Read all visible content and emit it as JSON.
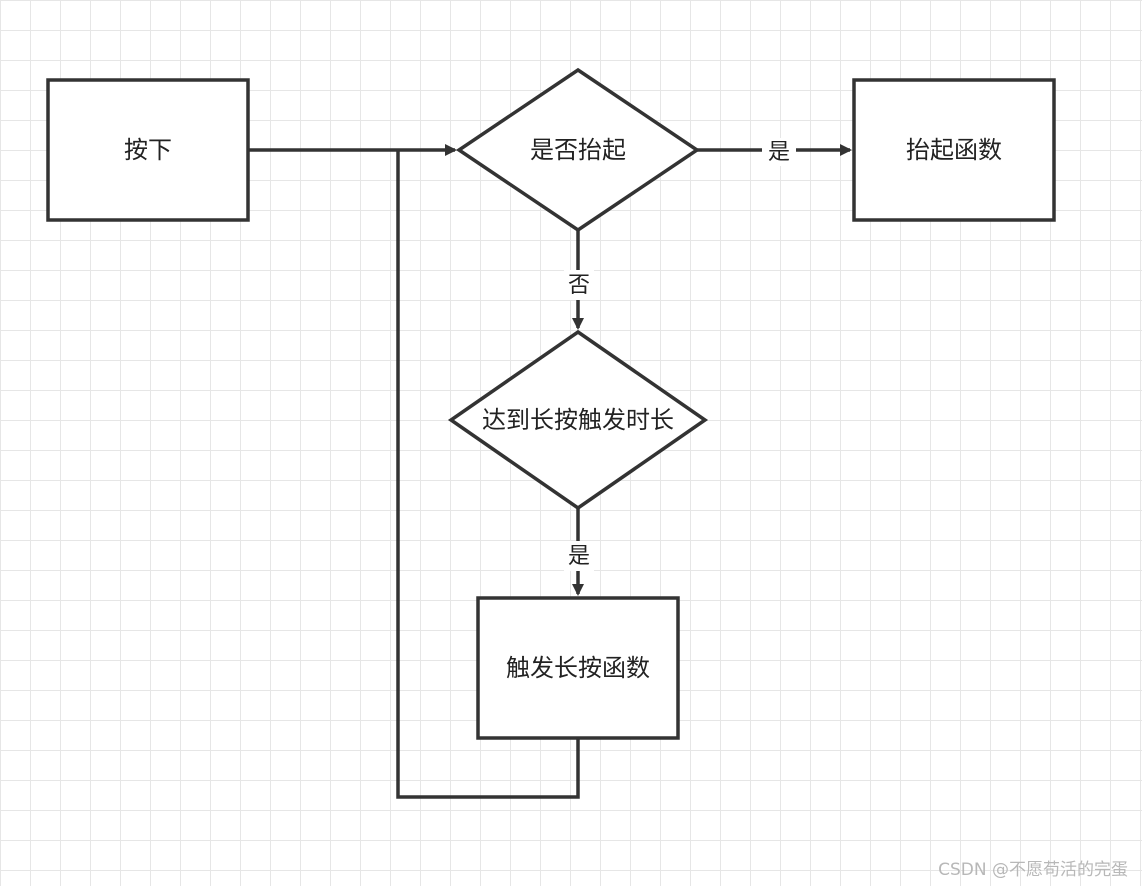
{
  "diagram": {
    "nodes": {
      "press": "按下",
      "is_lifted": "是否抬起",
      "lift_function": "抬起函数",
      "reached_long_press": "达到长按触发时长",
      "trigger_long_press_function": "触发长按函数"
    },
    "edge_labels": {
      "is_lifted_yes": "是",
      "is_lifted_no": "否",
      "reached_yes": "是"
    },
    "colors": {
      "stroke": "#333333",
      "grid": "#e6e6e6",
      "background": "#ffffff"
    }
  },
  "watermark": "CSDN @不愿苟活的完蛋"
}
